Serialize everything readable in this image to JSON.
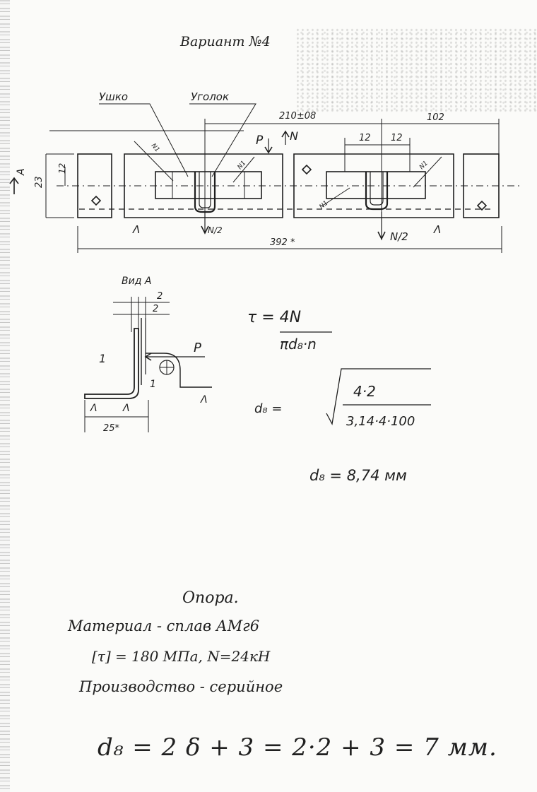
{
  "header": {
    "title": "Вариант №4"
  },
  "top_drawing": {
    "labels": {
      "ushko": "Ушко",
      "ugolok": "Уголок",
      "dim_span": "210±08",
      "dim_end": "102",
      "dim_total": "392 *",
      "dim_12a": "12",
      "dim_12b": "12",
      "dim_height": "23",
      "dim_12_left": "12",
      "section_mark": "A",
      "force_p": "P",
      "force_n": "N",
      "half_n_left": "N/2",
      "half_n_right": "N/2",
      "sym_left": "Λ",
      "sym_right": "Λ",
      "n1_a": "N1",
      "n1_b": "N1",
      "n1_c": "N1",
      "n1_d": "N1"
    }
  },
  "view_a": {
    "title": "Вид А",
    "dim_2a": "2",
    "dim_2b": "2",
    "dim_25": "25*",
    "force_p": "P",
    "mark_1a": "1",
    "mark_1b": "1",
    "sym_a": "Λ",
    "sym_b": "Λ",
    "sym_c": "Λ"
  },
  "formulas": {
    "tau": "τ = 4N",
    "tau_den": "πd₈·n",
    "d_prefix": "d₈ =",
    "d_num": "4·2",
    "d_den": "3,14·4·100",
    "d_result": "d₈ = 8,74 мм"
  },
  "notes": {
    "title": "Опора.",
    "material": "Материал - сплав АМг6",
    "params": "[τ] = 180 МПа, N=24кН",
    "production": "Производство - серийное",
    "final_formula": "d₈ = 2 δ + 3 = 2·2 + 3 = 7 мм."
  }
}
